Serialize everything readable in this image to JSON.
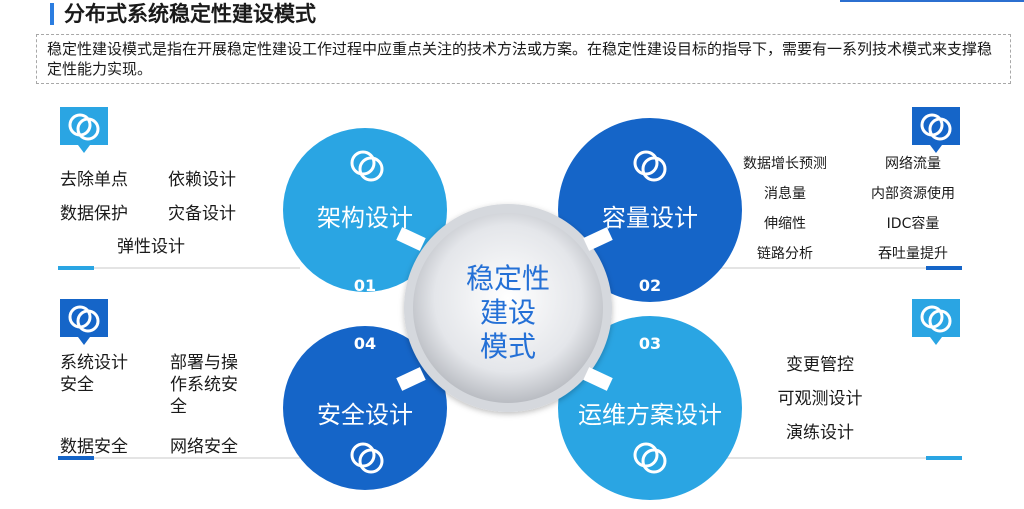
{
  "header": {
    "title": "分布式系统稳定性建设模式",
    "description": "稳定性建设模式是指在开展稳定性建设工作过程中应重点关注的技术方法或方案。在稳定性建设目标的指导下，需要有一系列技术模式来支撑稳定性能力实现。"
  },
  "center": {
    "line1": "稳定性",
    "line2": "建设",
    "line3": "模式"
  },
  "petals": [
    {
      "num": "01",
      "title": "架构设计",
      "color": "#2aa5e3"
    },
    {
      "num": "02",
      "title": "容量设计",
      "color": "#1565c8"
    },
    {
      "num": "03",
      "title": "运维方案设计",
      "color": "#2aa5e3"
    },
    {
      "num": "04",
      "title": "安全设计",
      "color": "#1565c8"
    }
  ],
  "left_top": {
    "items": [
      "去除单点",
      "依赖设计",
      "数据保护",
      "灾备设计",
      "弹性设计"
    ]
  },
  "right_top": {
    "items": [
      "数据增长预测",
      "网络流量",
      "消息量",
      "内部资源使用",
      "伸缩性",
      "IDC容量",
      "链路分析",
      "吞吐量提升"
    ]
  },
  "left_bottom": {
    "items": [
      "系统设计\n安全",
      "部署与操\n作系统安\n全",
      "数据安全",
      "网络安全"
    ]
  },
  "right_bottom": {
    "items": [
      "变更管控",
      "可观测设计",
      "演练设计"
    ]
  },
  "icons": {
    "tag_icon": "interlinked-rings-icon",
    "petal_icon": "interlinked-rings-icon"
  },
  "colors": {
    "light_blue": "#2aa5e3",
    "dark_blue": "#1565c8",
    "center_text": "#2470d6"
  }
}
